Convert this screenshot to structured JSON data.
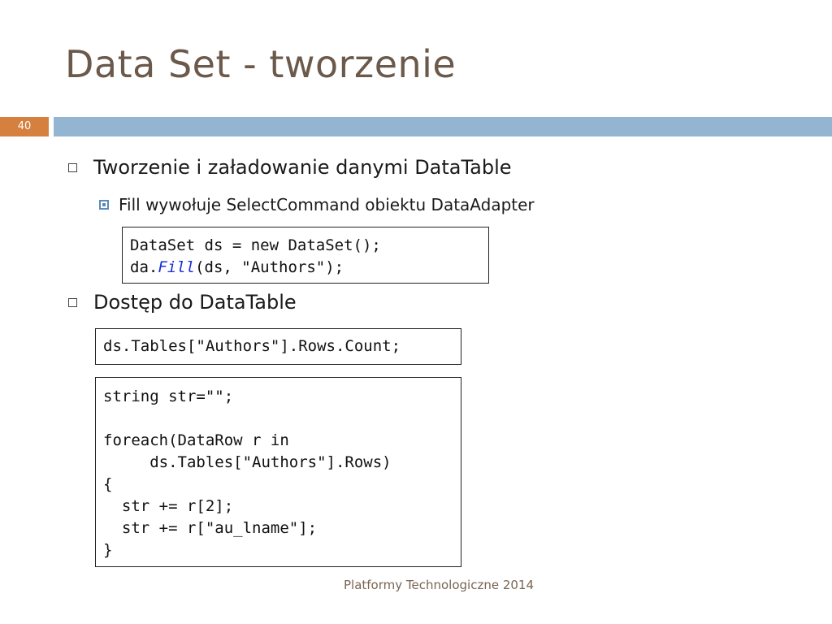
{
  "slide": {
    "title": "Data Set - tworzenie",
    "number": "40",
    "footer": "Platformy Technologiczne 2014"
  },
  "bullets": {
    "b1": "Tworzenie i załadowanie danymi DataTable",
    "b1_sub": "Fill wywołuje SelectCommand obiektu DataAdapter",
    "b2": "Dostęp do DataTable"
  },
  "code1": {
    "line1": "DataSet ds = new DataSet();",
    "line2_prefix": "da.",
    "line2_method": "Fill",
    "line2_suffix": "(ds, \"Authors\");"
  },
  "code2": {
    "line1": "ds.Tables[\"Authors\"].Rows.Count;"
  },
  "code3": {
    "lines": [
      "string str=\"\";",
      "",
      "foreach(DataRow r in",
      "     ds.Tables[\"Authors\"].Rows)",
      "{",
      "  str += r[2];",
      "  str += r[\"au_lname\"];",
      "}"
    ]
  },
  "colors": {
    "title": "#6b5a4b",
    "slide_number_bg": "#d6803f",
    "header_bar": "#93b5d2",
    "sub_bullet": "#5b8bb8",
    "code_method": "#1a2ed8"
  }
}
